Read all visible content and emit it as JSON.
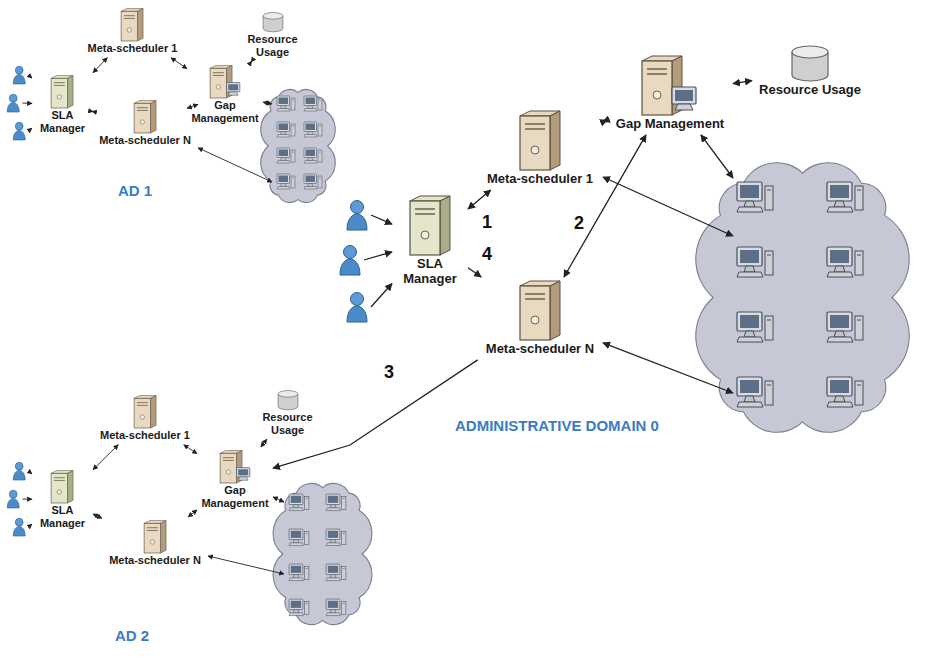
{
  "diagram": {
    "nodes": [
      {
        "text": [
          "AD 1"
        ]
      },
      {
        "text": [
          "SLA Manager"
        ],
        "in": 0
      },
      {
        "text": [
          "Meta-scheduler 1"
        ],
        "in": 0
      },
      {
        "text": [
          "Gap Management"
        ],
        "in": 0
      },
      {
        "text": [
          "Resource Usage"
        ],
        "in": 0
      },
      {
        "text": [
          "Meta-scheduler N"
        ],
        "in": 0
      },
      {
        "text": [
          "ADMINISTRATIVE DOMAIN 0"
        ]
      },
      {
        "text": [
          "SLA Manager"
        ],
        "in": 6
      },
      {
        "text": [
          "Meta-scheduler 1"
        ],
        "in": 6
      },
      {
        "text": [
          "Gap Management"
        ],
        "in": 6
      },
      {
        "text": [
          "Resource Usage"
        ],
        "in": 6
      },
      {
        "text": [
          "Meta-scheduler N"
        ],
        "in": 6
      },
      {
        "text": [
          "AD 2"
        ]
      },
      {
        "text": [
          "SLA Manager"
        ],
        "in": 12
      },
      {
        "text": [
          "Meta-scheduler 1"
        ],
        "in": 12
      },
      {
        "text": [
          "Gap Management"
        ],
        "in": 12
      },
      {
        "text": [
          "Resource Usage"
        ],
        "in": 12
      },
      {
        "text": [
          "Meta-scheduler N"
        ],
        "in": 12
      }
    ],
    "edges": [
      {
        "from": 1,
        "to": 2,
        "arrow": "both"
      },
      {
        "from": 1,
        "to": 5,
        "arrow": "both"
      },
      {
        "from": 2,
        "to": 3,
        "arrow": "both"
      },
      {
        "from": 5,
        "to": 3,
        "arrow": "both"
      },
      {
        "from": 3,
        "to": 4,
        "arrow": "both"
      },
      {
        "from": 7,
        "to": 8,
        "arrow": "both"
      },
      {
        "from": 7,
        "to": 11,
        "arrow": "to"
      },
      {
        "from": 8,
        "to": 9,
        "arrow": "both"
      },
      {
        "from": 11,
        "to": 9,
        "arrow": "both"
      },
      {
        "from": 9,
        "to": 10,
        "arrow": "both"
      },
      {
        "from": 11,
        "to": 15,
        "arrow": "to"
      },
      {
        "from": 13,
        "to": 14,
        "arrow": "both"
      },
      {
        "from": 13,
        "to": 17,
        "arrow": "both"
      },
      {
        "from": 14,
        "to": 15,
        "arrow": "both"
      },
      {
        "from": 17,
        "to": 15,
        "arrow": "both"
      },
      {
        "from": 15,
        "to": 16,
        "arrow": "both"
      }
    ],
    "labels": [
      "1",
      "4",
      "2",
      "3"
    ]
  }
}
